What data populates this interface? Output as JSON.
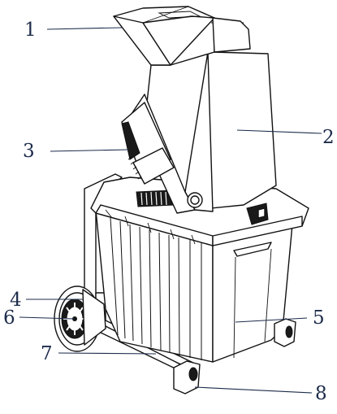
{
  "callouts": [
    {
      "id": "1",
      "label": "1"
    },
    {
      "id": "2",
      "label": "2"
    },
    {
      "id": "3",
      "label": "3"
    },
    {
      "id": "4",
      "label": "4"
    },
    {
      "id": "5",
      "label": "5"
    },
    {
      "id": "6",
      "label": "6"
    },
    {
      "id": "7",
      "label": "7"
    },
    {
      "id": "8",
      "label": "8"
    }
  ],
  "colors": {
    "callout_text": "#1c2b4a",
    "line_art": "#111111",
    "background": "#ffffff"
  },
  "icons": {
    "product": "garden-shredder-icon"
  }
}
